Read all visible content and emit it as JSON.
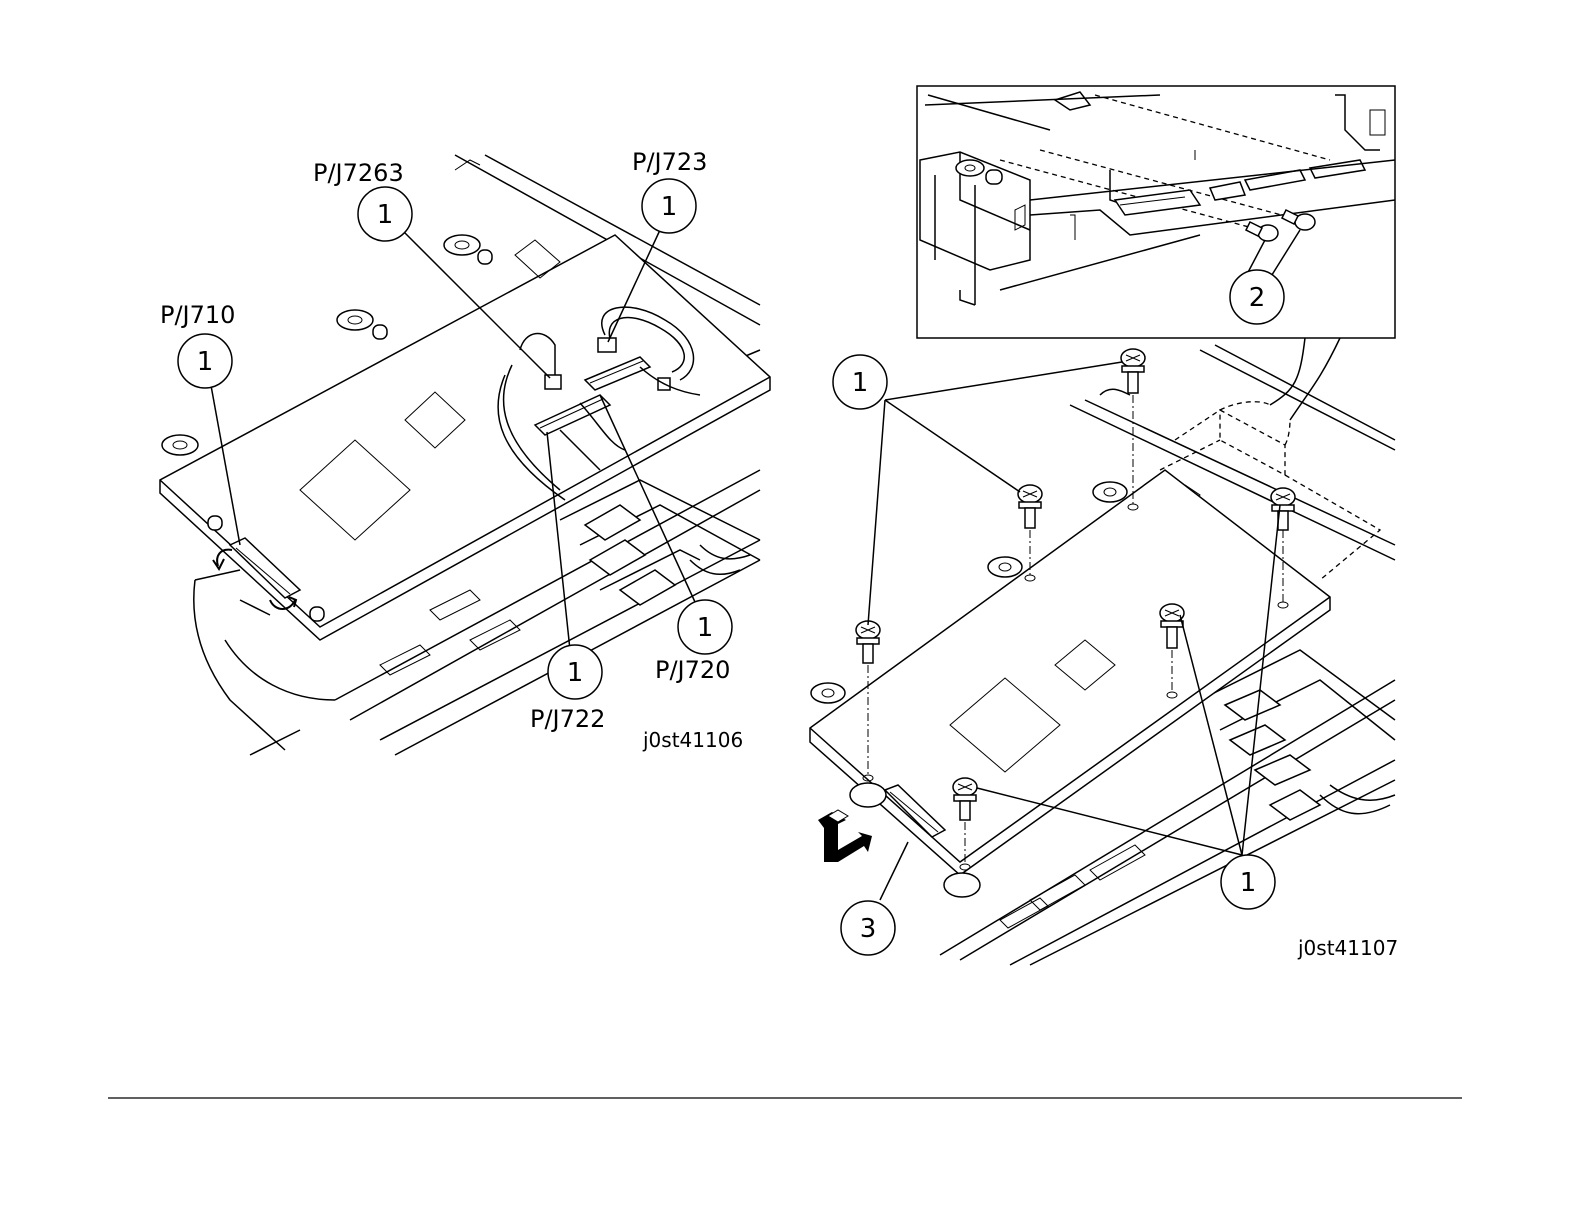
{
  "left_figure": {
    "figure_id": "j0st41106",
    "connectors": [
      {
        "label": "P/J7263",
        "callout": "1"
      },
      {
        "label": "P/J723",
        "callout": "1"
      },
      {
        "label": "P/J710",
        "callout": "1"
      },
      {
        "label": "P/J720",
        "callout": "1"
      },
      {
        "label": "P/J722",
        "callout": "1"
      }
    ]
  },
  "right_figure": {
    "figure_id": "j0st41107",
    "callouts": {
      "screws_left": "1",
      "screws_right": "1",
      "detail_screws": "2",
      "pwb": "3"
    }
  }
}
